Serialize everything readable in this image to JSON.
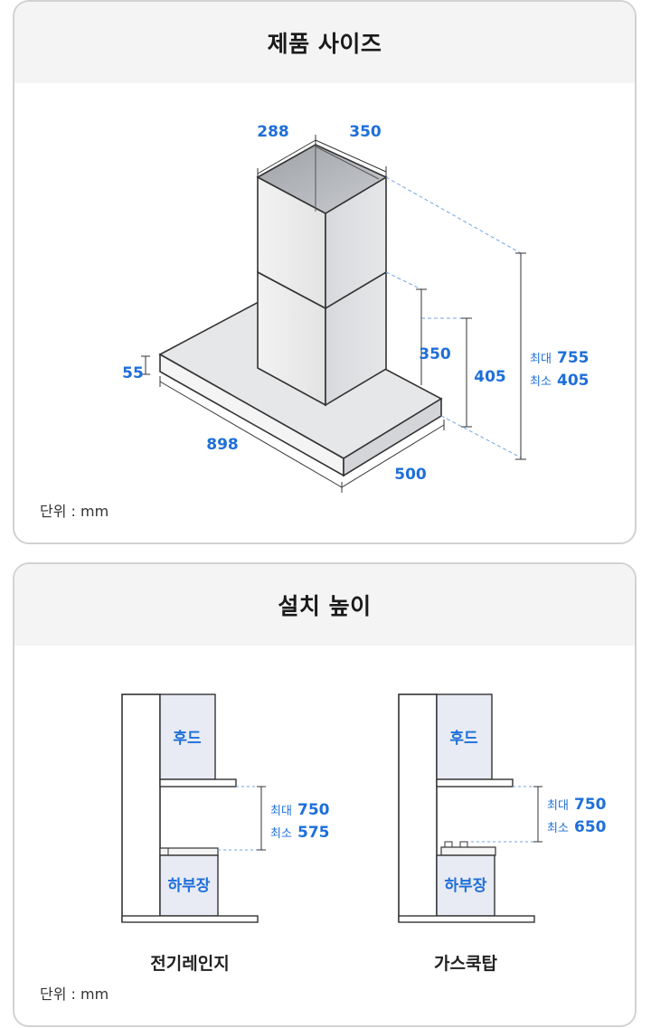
{
  "product_size": {
    "title": "제품 사이즈",
    "unit_label": "단위 : mm",
    "dims": {
      "top_depth": "288",
      "top_width": "350",
      "hood_thickness": "55",
      "hood_width": "898",
      "hood_depth": "500",
      "chimney_height": "350",
      "lower_height": "405",
      "max_prefix": "최대",
      "max_value": "755",
      "min_prefix": "최소",
      "min_value": "405"
    }
  },
  "install_height": {
    "title": "설치 높이",
    "unit_label": "단위 : mm",
    "electric": {
      "caption": "전기레인지",
      "hood_label": "후드",
      "cabinet_label": "하부장",
      "max_prefix": "최대",
      "max_value": "750",
      "min_prefix": "최소",
      "min_value": "575"
    },
    "gas": {
      "caption": "가스쿡탑",
      "hood_label": "후드",
      "cabinet_label": "하부장",
      "max_prefix": "최대",
      "max_value": "750",
      "min_prefix": "최소",
      "min_value": "650"
    }
  },
  "colors": {
    "accent": "#1e6fd9",
    "line": "#333333",
    "panel": "#e8ebf4",
    "header_bg": "#f4f4f4"
  }
}
